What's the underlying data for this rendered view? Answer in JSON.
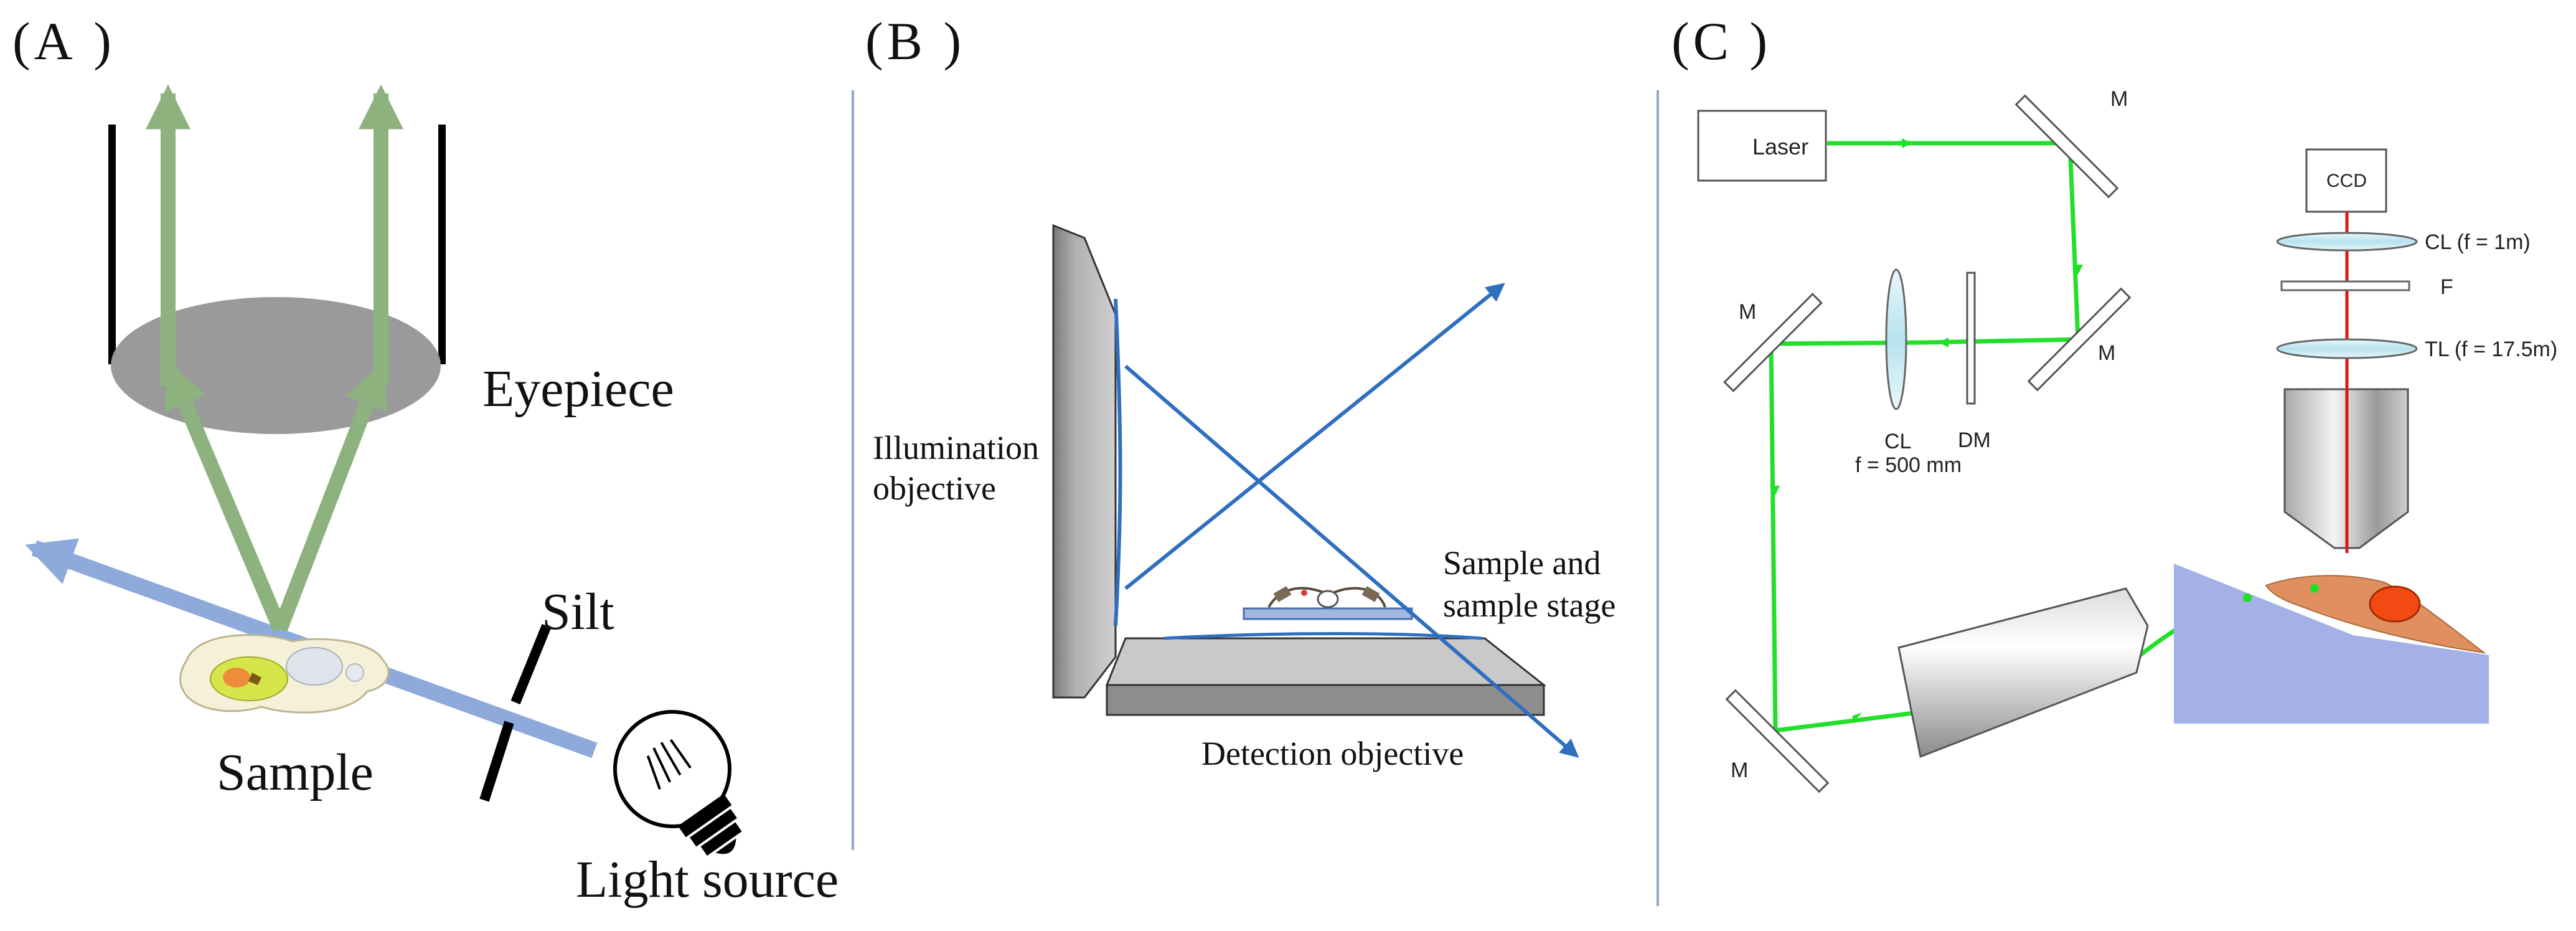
{
  "panels": [
    {
      "id": "A",
      "label": "(A )",
      "labels": {
        "eyepiece": "Eyepiece",
        "silt": "Silt",
        "sample": "Sample",
        "light_source": "Light source"
      }
    },
    {
      "id": "B",
      "label": "(B )",
      "labels": {
        "illumination_line1": "Illumination",
        "illumination_line2": "objective",
        "sample_stage_line1": "Sample and",
        "sample_stage_line2": "sample stage",
        "detection": "Detection objective"
      }
    },
    {
      "id": "C",
      "label": "(C )",
      "labels": {
        "laser": "Laser",
        "ccd": "CCD",
        "mirror": "M",
        "cl_lens": "CL (f = 1m)",
        "filter": "F",
        "tl_lens": "TL (f = 17.5m)",
        "cl_bottom": "CL",
        "focal_bottom": "f = 500 mm",
        "dm": "DM"
      }
    }
  ],
  "colors": {
    "green_arrow": "#8db27e",
    "green_beam": "#22e02a",
    "blue_beam": "#8eaadb",
    "blue_line": "#2f6fc0",
    "red_beam": "#e01515",
    "divider": "#8fa9c9",
    "gray_lens": "#9a9a9a",
    "sample_blue": "#a3b1e6",
    "sample_orange": "#e0905e"
  }
}
